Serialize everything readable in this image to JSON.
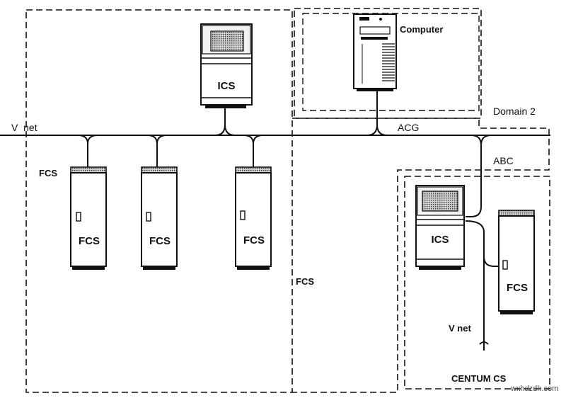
{
  "labels": {
    "computer": "Computer",
    "domain2": "Domain 2",
    "vnet_main": "V  net",
    "acg": "ACG",
    "abc": "ABC",
    "fcs_tag": "FCS",
    "fcs_1": "FCS",
    "fcs_2": "FCS",
    "fcs_3": "FCS",
    "fcs_domain": "FCS",
    "ics_main": "ICS",
    "ics_centum": "ICS",
    "fcs_centum": "FCS",
    "vnet_centum": "V net",
    "tilde": "~",
    "centum": "CENTUM CS",
    "watermark": "wxhdzdh.com"
  },
  "colors": {
    "line": "#111111",
    "screen": "#b0b0b0",
    "background": "#ffffff"
  }
}
